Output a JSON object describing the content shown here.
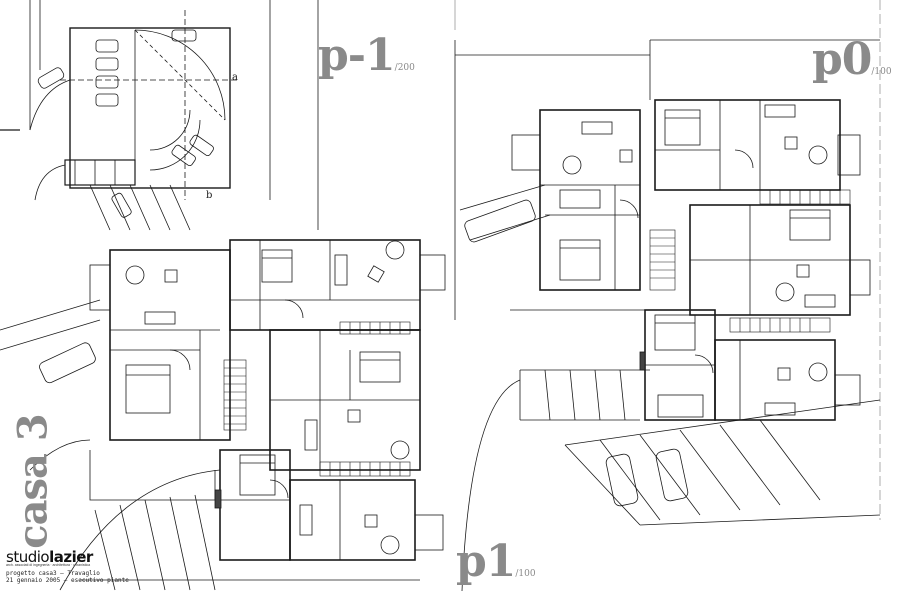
{
  "levels": {
    "basement": {
      "label": "p-1",
      "scale": "/200"
    },
    "ground": {
      "label": "p0",
      "scale": "/100"
    },
    "first": {
      "label": "p1",
      "scale": "/100"
    }
  },
  "project_title": "casa 3",
  "studio": {
    "name_light": "studio",
    "name_bold": "lazier",
    "tagline": "arch. associati di ingegneria · architettura · urbanistica"
  },
  "project_meta": {
    "line1": "progetto casa3 — Travaglio",
    "line2": "21 gennaio 2005 — esecutivo piante"
  },
  "section_marks": {
    "a": "a",
    "b": "b"
  },
  "colors": {
    "ink": "#1a1a1a",
    "label_gray": "#8a8a8a"
  }
}
